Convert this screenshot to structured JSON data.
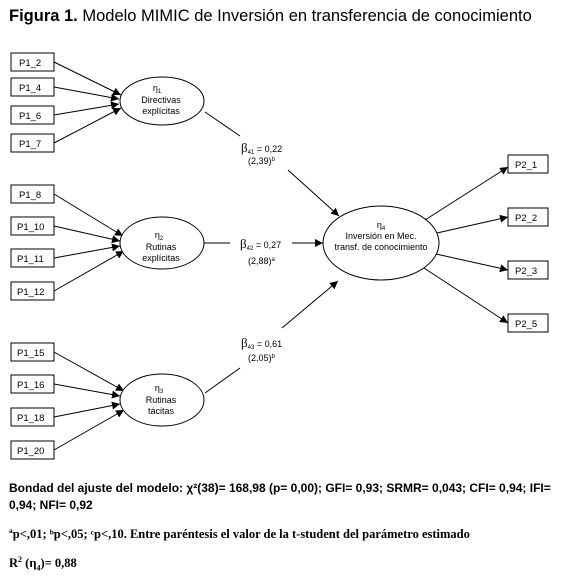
{
  "figure": {
    "label": "Figura 1.",
    "title": "Modelo MIMIC de Inversión en transferencia de conocimiento"
  },
  "groups": [
    {
      "indicators": [
        "P1_2",
        "P1_4",
        "P1_6",
        "P1_7"
      ],
      "latent": {
        "symbol": "η",
        "sub": "1",
        "line1": "Directivas",
        "line2": "explícitas"
      }
    },
    {
      "indicators": [
        "P1_8",
        "P1_10",
        "P1_11",
        "P1_12"
      ],
      "latent": {
        "symbol": "η",
        "sub": "2",
        "line1": "Rutinas",
        "line2": "explícitas"
      }
    },
    {
      "indicators": [
        "P1_15",
        "P1_16",
        "P1_18",
        "P1_20"
      ],
      "latent": {
        "symbol": "η",
        "sub": "3",
        "line1": "Rutinas",
        "line2": "tácitas"
      }
    }
  ],
  "target": {
    "symbol": "η",
    "sub": "4",
    "line1": "Inversión en Mec.",
    "line2": "transf. de conocimiento"
  },
  "outputs": [
    "P2_1",
    "P2_2",
    "P2_3",
    "P2_5"
  ],
  "paths": [
    {
      "symbol": "β",
      "sub": "41",
      "value": "= 0,22",
      "se": "(2,39)",
      "sup": "b"
    },
    {
      "symbol": "β",
      "sub": "42",
      "value": "= 0,27",
      "se": "(2,88)",
      "sup": "a"
    },
    {
      "symbol": "β",
      "sub": "43",
      "value": "= 0,61",
      "se": "(2,05)",
      "sup": "b"
    }
  ],
  "fit_text": "Bondad del ajuste del modelo: χ²(38)= 168,98 (p= 0,00); GFI= 0,93; SRMR= 0,043; CFI= 0,94; IFI= 0,94; NFI= 0,92",
  "significance_note": "ªp<,01; ᵇp<,05; ᶜp<,10. Entre paréntesis el valor de la t-student del parámetro estimado",
  "r_squared": {
    "label": "R",
    "exp": "2",
    "eta": "η",
    "sub": "4",
    "value": "= 0,88"
  }
}
